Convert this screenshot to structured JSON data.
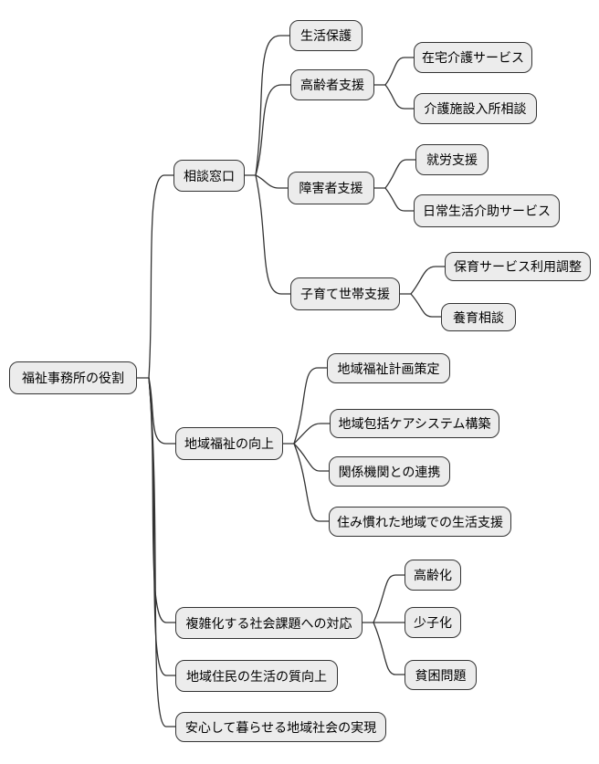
{
  "diagram": {
    "type": "mindmap",
    "tree": {
      "label": "福祉事務所の役割",
      "children": [
        {
          "label": "相談窓口",
          "children": [
            {
              "label": "生活保護",
              "children": []
            },
            {
              "label": "高齢者支援",
              "children": [
                {
                  "label": "在宅介護サービス"
                },
                {
                  "label": "介護施設入所相談"
                }
              ]
            },
            {
              "label": "障害者支援",
              "children": [
                {
                  "label": "就労支援"
                },
                {
                  "label": "日常生活介助サービス"
                }
              ]
            },
            {
              "label": "子育て世帯支援",
              "children": [
                {
                  "label": "保育サービス利用調整"
                },
                {
                  "label": "養育相談"
                }
              ]
            }
          ]
        },
        {
          "label": "地域福祉の向上",
          "children": [
            {
              "label": "地域福祉計画策定"
            },
            {
              "label": "地域包括ケアシステム構築"
            },
            {
              "label": "関係機関との連携"
            },
            {
              "label": "住み慣れた地域での生活支援"
            }
          ]
        },
        {
          "label": "複雑化する社会課題への対応",
          "children": [
            {
              "label": "高齢化"
            },
            {
              "label": "少子化"
            },
            {
              "label": "貧困問題"
            }
          ]
        },
        {
          "label": "地域住民の生活の質向上",
          "children": []
        },
        {
          "label": "安心して暮らせる地域社会の実現",
          "children": []
        }
      ]
    }
  },
  "colors": {
    "node_fill": "#ececec",
    "node_border": "#333333",
    "edge": "#333333",
    "background": "#ffffff",
    "text": "#000000"
  }
}
